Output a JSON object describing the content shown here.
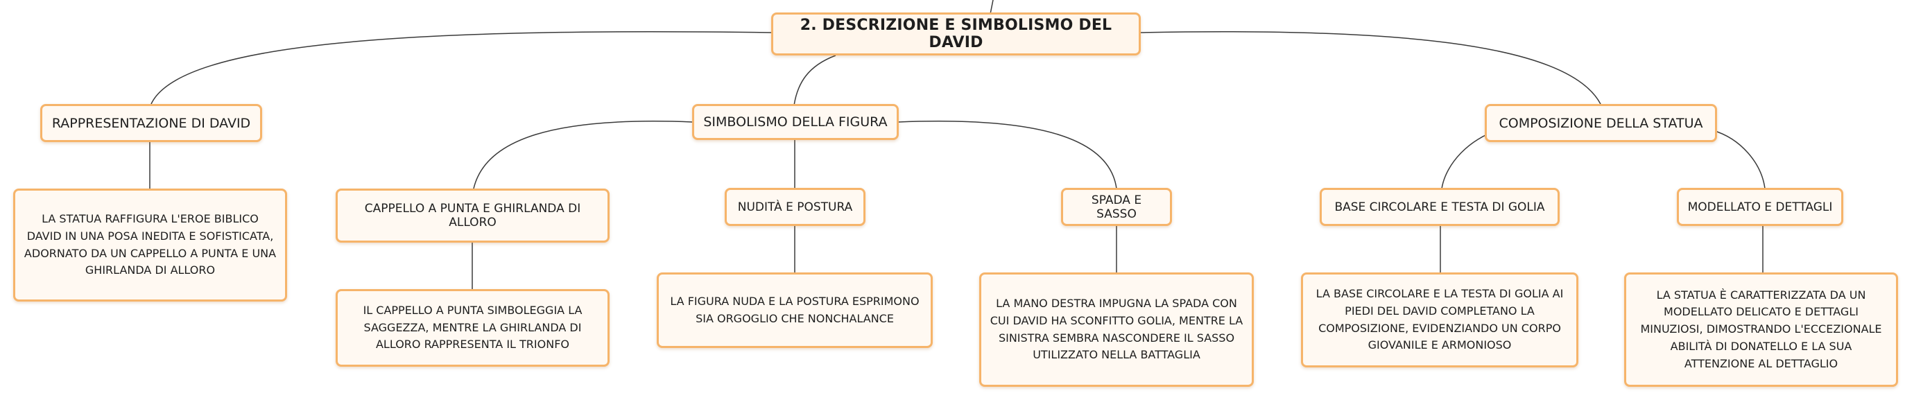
{
  "colors": {
    "border": "#f6b46a",
    "fill": "#fff9f2",
    "line": "#3a3a3a"
  },
  "root": {
    "label": "2. DESCRIZIONE E SIMBOLISMO DEL DAVID"
  },
  "branches": {
    "rappresentazione": {
      "label": "RAPPRESENTAZIONE DI DAVID",
      "detail": "LA STATUA RAFFIGURA L'EROE BIBLICO DAVID IN UNA POSA INEDITA E SOFISTICATA, ADORNATO DA UN CAPPELLO A PUNTA E UNA GHIRLANDA DI ALLORO"
    },
    "simbolismo": {
      "label": "SIMBOLISMO DELLA FIGURA",
      "cappello": {
        "label": "CAPPELLO A PUNTA E GHIRLANDA DI ALLORO",
        "detail": "IL CAPPELLO A PUNTA SIMBOLEGGIA LA SAGGEZZA, MENTRE LA GHIRLANDA DI ALLORO RAPPRESENTA IL TRIONFO"
      },
      "nudita": {
        "label": "NUDITÀ E POSTURA",
        "detail": "LA FIGURA NUDA E LA POSTURA ESPRIMONO SIA ORGOGLIO CHE NONCHALANCE"
      },
      "spada": {
        "label": "SPADA E SASSO",
        "detail": "LA MANO DESTRA IMPUGNA LA SPADA CON CUI DAVID HA SCONFITTO GOLIA, MENTRE LA SINISTRA SEMBRA NASCONDERE IL SASSO UTILIZZATO NELLA BATTAGLIA"
      }
    },
    "composizione": {
      "label": "COMPOSIZIONE DELLA STATUA",
      "base": {
        "label": "BASE CIRCOLARE E TESTA DI GOLIA",
        "detail": "LA BASE CIRCOLARE E LA TESTA DI GOLIA AI PIEDI DEL DAVID COMPLETANO LA COMPOSIZIONE, EVIDENZIANDO UN CORPO GIOVANILE E ARMONIOSO"
      },
      "modellato": {
        "label": "MODELLATO E DETTAGLI",
        "detail": "LA STATUA È CARATTERIZZATA DA UN MODELLATO DELICATO E DETTAGLI MINUZIOSI, DIMOSTRANDO L'ECCEZIONALE ABILITÀ DI DONATELLO E LA SUA ATTENZIONE AL DETTAGLIO"
      }
    }
  }
}
